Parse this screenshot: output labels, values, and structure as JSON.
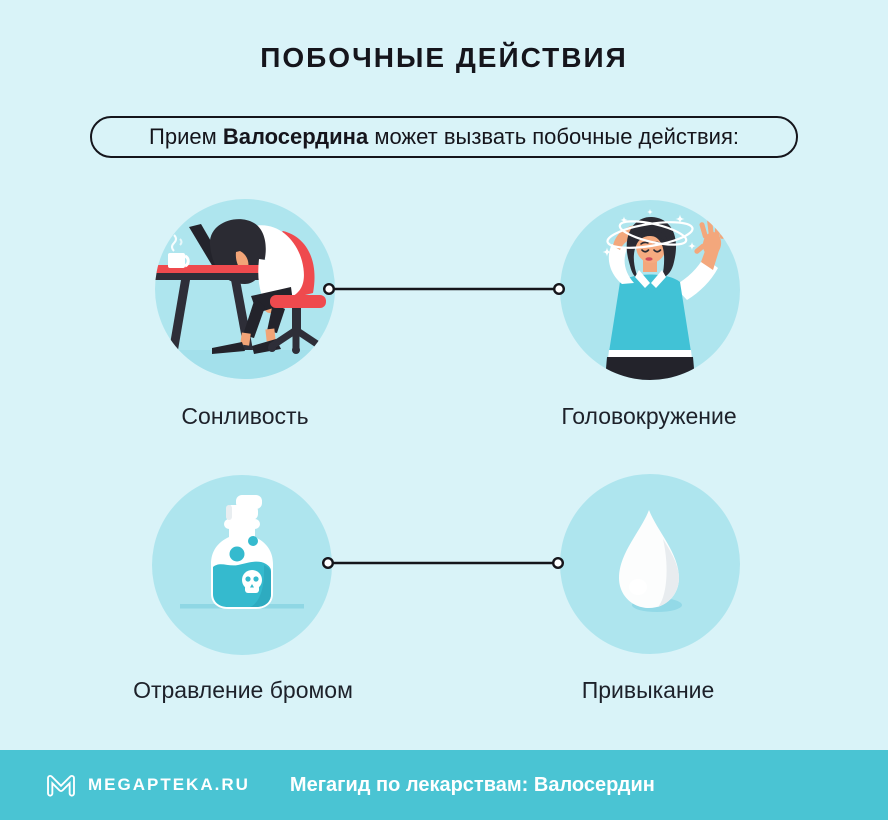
{
  "palette": {
    "bg": "#d9f3f8",
    "footer-bg": "#4ac4d3",
    "circle": "#aee5ee",
    "ink": "#15151b",
    "red": "#ef4a4e",
    "teal": "#35bace"
  },
  "header": {
    "title": "ПОБОЧНЫЕ ДЕЙСТВИЯ"
  },
  "callout": {
    "text_prefix": "Прием",
    "drug_name": "Валосердина",
    "text_suffix": "может вызвать побочные действия:"
  },
  "effects": [
    {
      "label": "Сонливость",
      "icon": "sleeping-at-desk-icon"
    },
    {
      "label": "Головокружение",
      "icon": "dizzy-person-icon"
    },
    {
      "label": "Отравление бромом",
      "icon": "poison-bottle-icon"
    },
    {
      "label": "Привыкание",
      "icon": "liquid-drop-icon"
    }
  ],
  "footer": {
    "brand": "MEGAPTEKA.RU",
    "tagline": "Мегагид по лекарствам: Валосердин"
  }
}
